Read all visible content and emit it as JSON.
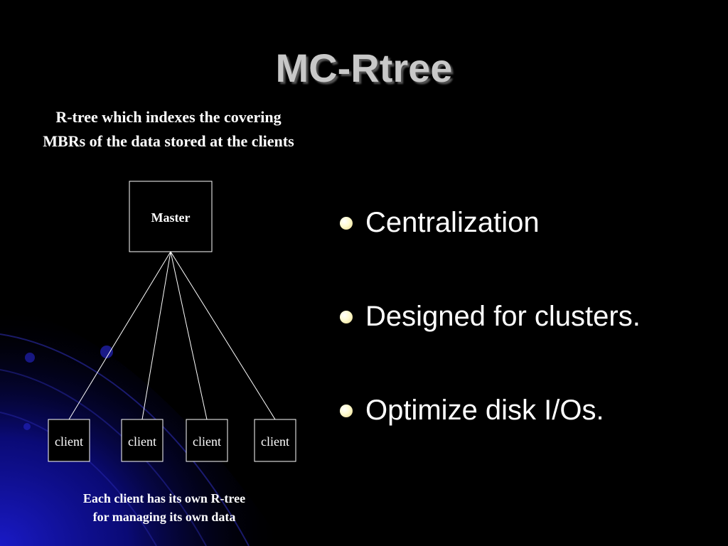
{
  "slide": {
    "title": "MC-Rtree",
    "top_caption": "R-tree which indexes the covering MBRs of the data stored at the clients",
    "bottom_caption_lines": [
      "Each client has its own R-tree",
      "for managing its own data"
    ],
    "bullets": [
      "Centralization",
      "Designed for clusters.",
      "Optimize disk I/Os."
    ]
  },
  "diagram": {
    "master_label": "Master",
    "client_labels": [
      "client",
      "client",
      "client",
      "client"
    ],
    "colors": {
      "lines": "#ffffff",
      "box_border": "#ffffff"
    }
  },
  "colors": {
    "background": "#000000",
    "title": "#c8c8c8",
    "text": "#ffffff",
    "accent_blue": "#1a1aa8"
  }
}
